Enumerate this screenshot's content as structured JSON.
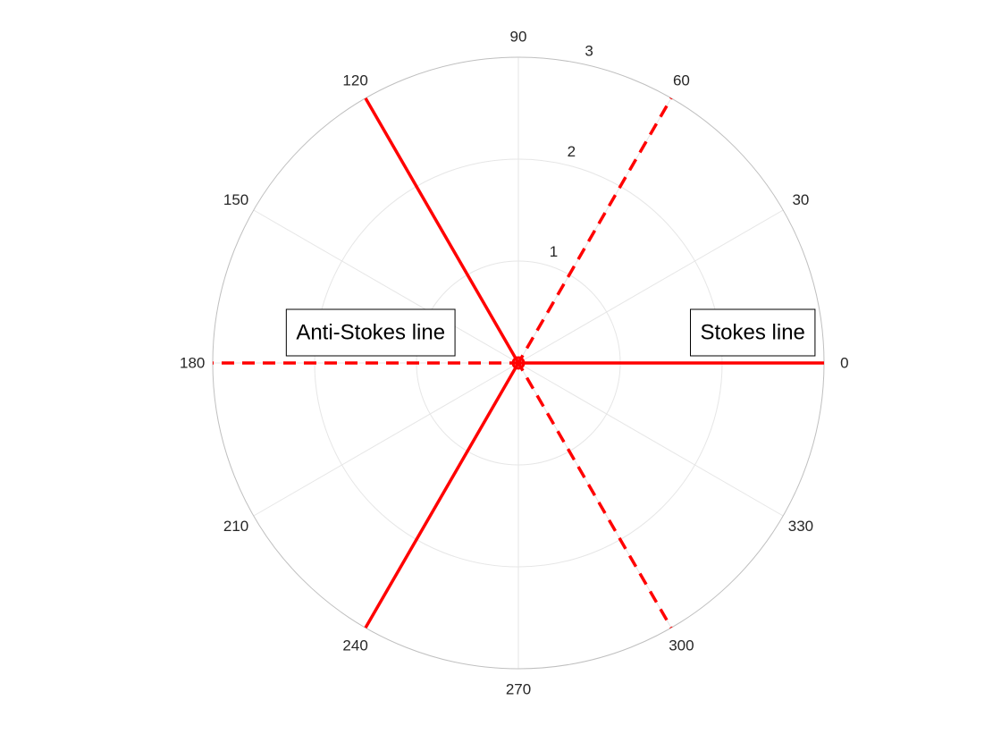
{
  "chart_data": {
    "type": "polar",
    "title": "",
    "rlim": [
      0,
      3
    ],
    "r_ticks": [
      1,
      2,
      3
    ],
    "theta_ticks": [
      0,
      30,
      60,
      90,
      120,
      150,
      180,
      210,
      240,
      270,
      300,
      330
    ],
    "theta_unit": "degrees",
    "grid": true,
    "series": [
      {
        "theta_deg": 0,
        "r": [
          0,
          3
        ],
        "style": "solid",
        "color": "#ff0000"
      },
      {
        "theta_deg": 120,
        "r": [
          0,
          3
        ],
        "style": "solid",
        "color": "#ff0000"
      },
      {
        "theta_deg": 240,
        "r": [
          0,
          3
        ],
        "style": "solid",
        "color": "#ff0000"
      },
      {
        "theta_deg": 60,
        "r": [
          0,
          3
        ],
        "style": "dashed",
        "color": "#ff0000"
      },
      {
        "theta_deg": 180,
        "r": [
          0,
          3
        ],
        "style": "dashed",
        "color": "#ff0000"
      },
      {
        "theta_deg": 300,
        "r": [
          0,
          3
        ],
        "style": "dashed",
        "color": "#ff0000"
      }
    ],
    "annotations": [
      {
        "text": "Stokes line",
        "theta_deg": 0,
        "r": 2.3
      },
      {
        "text": "Anti-Stokes line",
        "theta_deg": 180,
        "r": 1.45
      }
    ],
    "colors": {
      "line": "#ff0000",
      "grid": "#e6e6e6",
      "outer_circle": "#bfbfbf",
      "tick_text": "#262626"
    }
  }
}
